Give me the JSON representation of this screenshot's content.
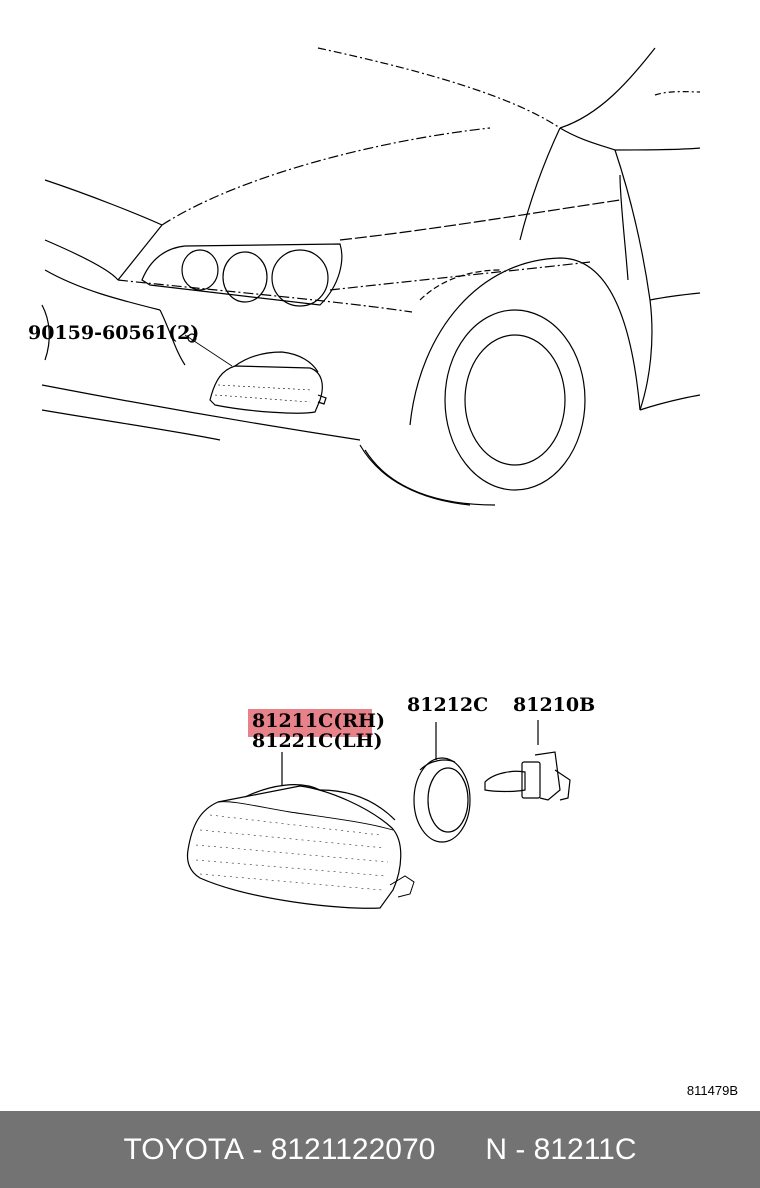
{
  "callouts": {
    "screw": "90159-60561(2)",
    "lamp_rh": "81211C(RH)",
    "lamp_lh": "81221C(LH)",
    "socket": "81212C",
    "bulb": "81210B"
  },
  "figure_number": "811479B",
  "footer": {
    "brand": "TOYOTA",
    "part_number": "8121122070",
    "ref_label": "N",
    "ref_code": "81211C"
  },
  "colors": {
    "highlight": "#e8828a",
    "footer_bg": "#737373",
    "footer_text": "#ffffff"
  }
}
